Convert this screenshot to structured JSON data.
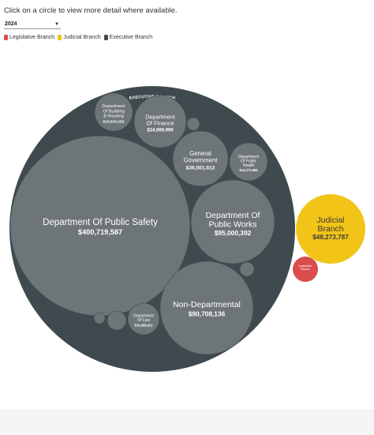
{
  "instructions": "Click on a circle to view more detail where available.",
  "year_filter": {
    "value": "2024",
    "icon": "chevron-down-icon"
  },
  "legend": [
    {
      "label": "Legislative Branch",
      "color": "#d94d4d"
    },
    {
      "label": "Judicial Branch",
      "color": "#f2c418"
    },
    {
      "label": "Executive Branch",
      "color": "#3f4a4f"
    }
  ],
  "colors": {
    "executive_outer": "#3f4a4f",
    "department": "#6d7579",
    "judicial": "#f2c418",
    "legislative": "#d94d4d"
  },
  "executive": {
    "label": "EXECUTIVE BRANCH",
    "departments": [
      {
        "name": "Department Of Public Safety",
        "value": "$400,719,587"
      },
      {
        "name": "Department Of Public Works",
        "value": "$95,000,392"
      },
      {
        "name": "Non-Departmental",
        "value": "$90,708,136"
      },
      {
        "name": "General Government",
        "value": "$36,501,612"
      },
      {
        "name": "Department Of Finance",
        "value": "$34,969,999"
      },
      {
        "name": "Department Of Building & Housing",
        "value": "$15,833,253"
      },
      {
        "name": "Department Of Public Health",
        "value": "$14,371,955"
      },
      {
        "name": "Department Of Law",
        "value": "$10,666,911"
      },
      {
        "name": "",
        "value": ""
      },
      {
        "name": "",
        "value": ""
      },
      {
        "name": "",
        "value": ""
      },
      {
        "name": "",
        "value": ""
      }
    ]
  },
  "judicial": {
    "name": "Judicial Branch",
    "value": "$48,273,787"
  },
  "legislative": {
    "name": "Legislative Branch",
    "value": ""
  }
}
